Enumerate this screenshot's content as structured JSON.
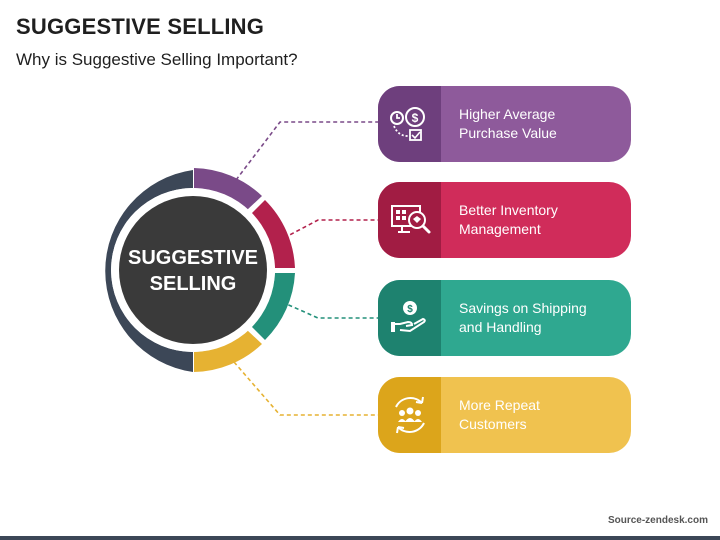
{
  "title": "SUGGESTIVE SELLING",
  "subtitle": "Why is Suggestive Selling Important?",
  "center_label": "SUGGESTIVE\nSELLING",
  "items": [
    {
      "label": "Higher Average\nPurchase Value",
      "icon": "money-clock-icon",
      "color": "#8e5a9b",
      "dark": "#6e3f7d"
    },
    {
      "label": "Better Inventory\nManagement",
      "icon": "inventory-monitor-icon",
      "color": "#d02c5a",
      "dark": "#a11c43"
    },
    {
      "label": "Savings on Shipping\nand Handling",
      "icon": "hand-dollar-icon",
      "color": "#2fa890",
      "dark": "#1e826f"
    },
    {
      "label": "More Repeat\nCustomers",
      "icon": "repeat-customers-icon",
      "color": "#f0c24f",
      "dark": "#dca51b"
    }
  ],
  "source": "Source-zendesk.com",
  "colors": {
    "ring_dark": "#3c4757",
    "center": "#3a3a3a"
  }
}
